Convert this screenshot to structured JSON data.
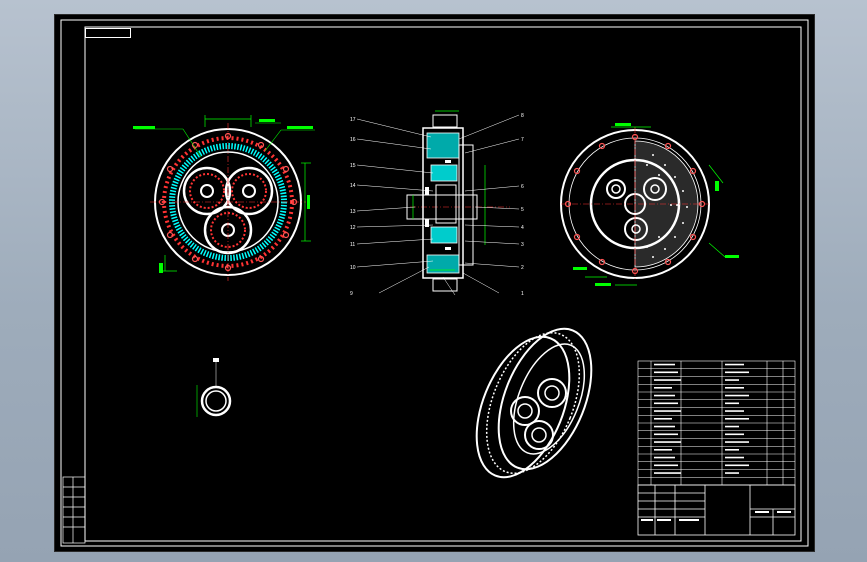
{
  "drawing": {
    "stamp_tab": "",
    "tech_notes": {
      "title": "",
      "lines": []
    },
    "title_block": {
      "drawing_name": "",
      "drawing_code": ""
    },
    "part_numbers": [
      "17",
      "16",
      "15",
      "14",
      "13",
      "12",
      "11",
      "10",
      "9",
      "8",
      "7",
      "6",
      "5",
      "4",
      "3",
      "2",
      "1"
    ],
    "colors": {
      "background": "#000000",
      "line": "#ffffff",
      "dimension": "#00ff00",
      "leader": "#ff4444",
      "hatch": "#00ffff",
      "accent": "#ffff00"
    }
  }
}
